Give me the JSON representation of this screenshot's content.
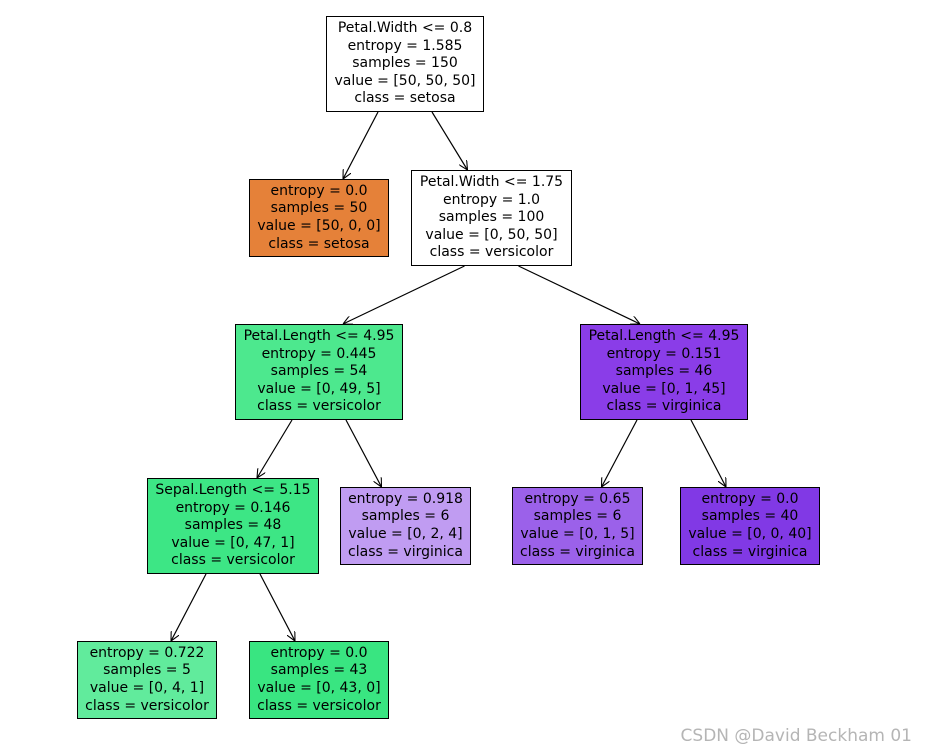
{
  "nodes": [
    {
      "id": "n0",
      "fill": "#ffffff",
      "lines": [
        "Petal.Width <= 0.8",
        "entropy = 1.585",
        "samples = 150",
        "value = [50, 50, 50]",
        "class = setosa"
      ]
    },
    {
      "id": "n1",
      "fill": "#e58139",
      "lines": [
        "entropy = 0.0",
        "samples = 50",
        "value = [50, 0, 0]",
        "class = setosa"
      ]
    },
    {
      "id": "n2",
      "fill": "#ffffff",
      "lines": [
        "Petal.Width <= 1.75",
        "entropy = 1.0",
        "samples = 100",
        "value = [0, 50, 50]",
        "class = versicolor"
      ]
    },
    {
      "id": "n3",
      "fill": "#4de88e",
      "lines": [
        "Petal.Length <= 4.95",
        "entropy = 0.445",
        "samples = 54",
        "value = [0, 49, 5]",
        "class = versicolor"
      ]
    },
    {
      "id": "n4",
      "fill": "#8a3de8",
      "lines": [
        "Petal.Length <= 4.95",
        "entropy = 0.151",
        "samples = 46",
        "value = [0, 1, 45]",
        "class = virginica"
      ]
    },
    {
      "id": "n5",
      "fill": "#3de685",
      "lines": [
        "Sepal.Length <= 5.15",
        "entropy = 0.146",
        "samples = 48",
        "value = [0, 47, 1]",
        "class = versicolor"
      ]
    },
    {
      "id": "n6",
      "fill": "#c09cf2",
      "lines": [
        "entropy = 0.918",
        "samples = 6",
        "value = [0, 2, 4]",
        "class = virginica"
      ]
    },
    {
      "id": "n7",
      "fill": "#9b61ea",
      "lines": [
        "entropy = 0.65",
        "samples = 6",
        "value = [0, 1, 5]",
        "class = virginica"
      ]
    },
    {
      "id": "n8",
      "fill": "#8139e5",
      "lines": [
        "entropy = 0.0",
        "samples = 40",
        "value = [0, 0, 40]",
        "class = virginica"
      ]
    },
    {
      "id": "n9",
      "fill": "#61eb9c",
      "lines": [
        "entropy = 0.722",
        "samples = 5",
        "value = [0, 4, 1]",
        "class = versicolor"
      ]
    },
    {
      "id": "n10",
      "fill": "#39e581",
      "lines": [
        "entropy = 0.0",
        "samples = 43",
        "value = [0, 43, 0]",
        "class = versicolor"
      ]
    }
  ],
  "edges": [
    [
      "n0",
      "n1"
    ],
    [
      "n0",
      "n2"
    ],
    [
      "n2",
      "n3"
    ],
    [
      "n2",
      "n4"
    ],
    [
      "n3",
      "n5"
    ],
    [
      "n3",
      "n6"
    ],
    [
      "n4",
      "n7"
    ],
    [
      "n4",
      "n8"
    ],
    [
      "n5",
      "n9"
    ],
    [
      "n5",
      "n10"
    ]
  ],
  "watermark": "CSDN @David Beckham 01"
}
